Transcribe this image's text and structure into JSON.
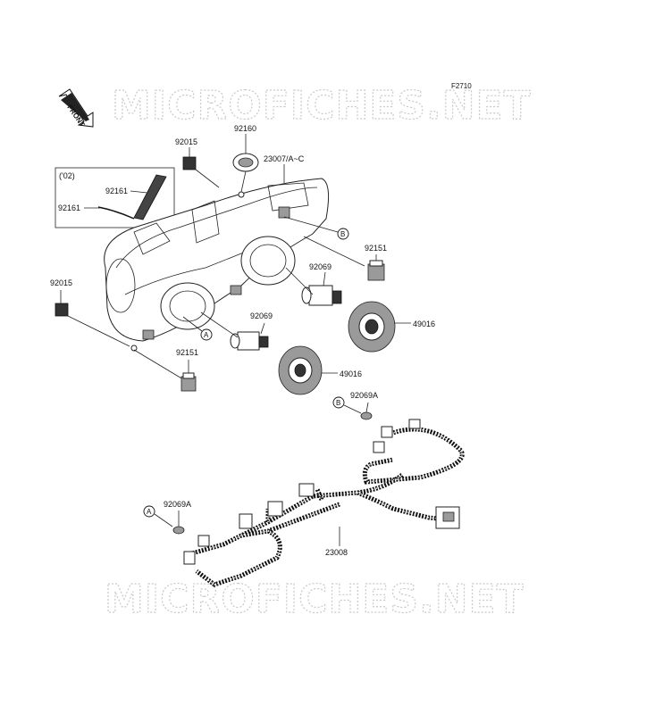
{
  "figure_code": "F2710",
  "watermark": "MICROFICHES.NET",
  "front_label": "FRONT",
  "inset_note": "('02)",
  "callouts": {
    "a": "A",
    "b": "B"
  },
  "parts": {
    "p92015_top": "92015",
    "p92160": "92160",
    "p23007": "23007/A~C",
    "p92161_a": "92161",
    "p92161_b": "92161",
    "p92151_right": "92151",
    "p92069_upper": "92069",
    "p49016_right": "49016",
    "p92015_left": "92015",
    "p92069_lower": "92069",
    "p92151_left": "92151",
    "p49016_lower": "49016",
    "p92069A_right": "92069A",
    "p92069A_left": "92069A",
    "p23008": "23008"
  }
}
